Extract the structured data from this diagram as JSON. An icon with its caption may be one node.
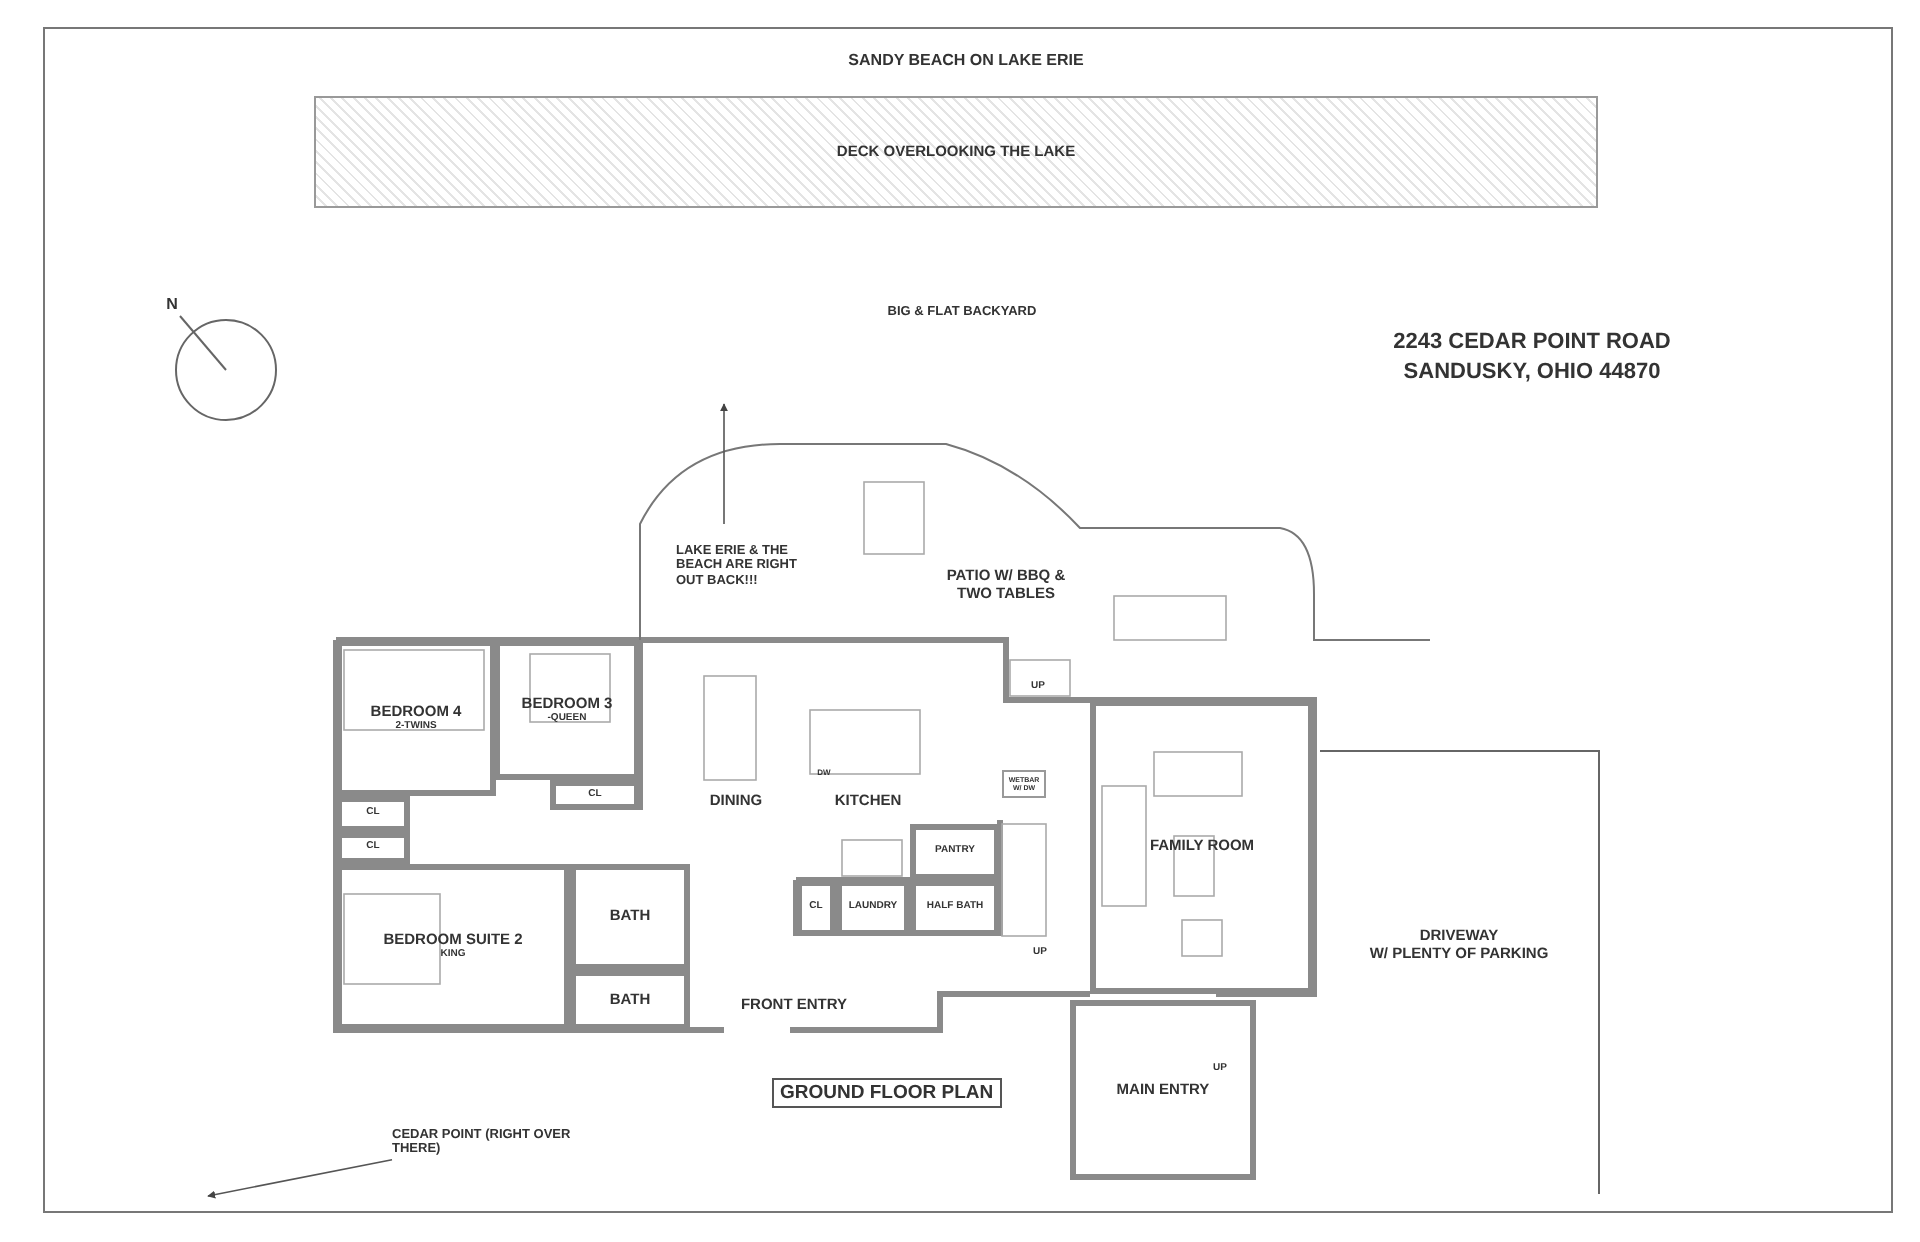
{
  "diagram": {
    "caption": "GROUND FLOOR PLAN",
    "nodes": [
      {
        "text": [
          "DECK OVERLOOKING THE LAKE"
        ]
      },
      {
        "text": [
          "PATIO W/ BBQ & TWO TABLES"
        ]
      },
      {
        "text": [
          "LAKE ERIE & THE BEACH ARE RIGHT OUT BACK!!!"
        ],
        "in": 1
      },
      {
        "text": [
          "BEDROOM 4",
          "2-TWINS"
        ]
      },
      {
        "text": [
          "BEDROOM 3",
          "-QUEEN"
        ]
      },
      {
        "text": [
          "CL"
        ]
      },
      {
        "text": [
          "CL"
        ]
      },
      {
        "text": [
          "CL"
        ]
      },
      {
        "text": [
          "BEDROOM SUITE 2",
          "KING"
        ]
      },
      {
        "text": [
          "BATH"
        ]
      },
      {
        "text": [
          "BATH"
        ]
      },
      {
        "text": [
          "PANTRY"
        ]
      },
      {
        "text": [
          "CL"
        ]
      },
      {
        "text": [
          "LAUNDRY"
        ]
      },
      {
        "text": [
          "HALF BATH"
        ]
      },
      {
        "text": [
          "WETBAR W/ DW"
        ]
      },
      {
        "text": [
          "FAMILY ROOM"
        ]
      },
      {
        "text": [
          "MAIN ENTRY"
        ]
      },
      {
        "text": [
          "DRIVEWAY",
          "W/ PLENTY OF PARKING"
        ]
      },
      {
        "text": [
          "CEDAR POINT (RIGHT OVER THERE)"
        ]
      }
    ],
    "edges": [
      {
        "from": 2,
        "to": null,
        "arrow": "to"
      },
      {
        "from": 19,
        "to": null,
        "arrow": "to"
      }
    ],
    "labels": [
      "SANDY BEACH ON LAKE ERIE",
      "BIG & FLAT BACKYARD",
      "N",
      "2243 CEDAR POINT ROAD",
      "SANDUSKY, OHIO 44870",
      "UP",
      "DW",
      "DINING",
      "KITCHEN",
      "UP",
      "FRONT ENTRY",
      "UP"
    ]
  }
}
